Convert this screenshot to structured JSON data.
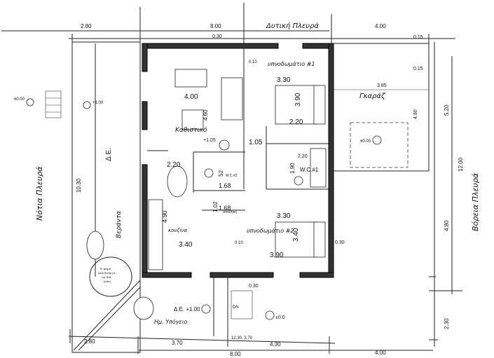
{
  "plan": {
    "sides": {
      "west": "Δυτική Πλευρά",
      "north": "Βόρεια Πλευρά",
      "south": "Νότια Πλευρά"
    },
    "top_dims": [
      "2.80",
      "8.00",
      "4.00"
    ],
    "bottom_dims": [
      "2.80",
      "3.70",
      "4.30",
      "8.00",
      "4.00"
    ],
    "right_dims": [
      "5.20",
      "12.00",
      "4.80",
      "2.30"
    ],
    "left_dims": [
      "10.30"
    ],
    "wall_notes": [
      "0.30",
      "0.15",
      "0.15",
      "0.10",
      "0.30",
      "0.10",
      "0.30"
    ],
    "rooms": {
      "bedroom1": {
        "label": "υπνοδωμάτιο #1",
        "w": "3.30",
        "h": "3.90",
        "d": "2.20"
      },
      "living": {
        "label": "Καθιστικό",
        "w": "4.00",
        "h": "4.60",
        "level": "+1.05"
      },
      "hall": {
        "w": "1.05"
      },
      "dining": {
        "w": "2.20"
      },
      "wc2": {
        "label": "W.C.#2",
        "a": "52",
        "b": "1.68"
      },
      "storage": {
        "label": "αποθήκη",
        "a": "1.02",
        "b": "1.68"
      },
      "wc1": {
        "label": "W.C.#1",
        "a": "1.90",
        "b": "2.20"
      },
      "bedroom2": {
        "label": "υπνοδωμάτιο #2",
        "w": "3.30",
        "h": "3.40",
        "d": "3.90"
      },
      "kitchen": {
        "label": "κουζίνα",
        "w": "3.40",
        "h": "4.90"
      },
      "garage": {
        "label": "Γκαράζ",
        "w": "3.85",
        "h": "4.80",
        "level": "±0.00"
      }
    },
    "veranda": {
      "label": "Βεράντα",
      "de": "Δ.Ε."
    },
    "levels": [
      "±0.00",
      "+1.00",
      "Δ.Ε. +1.00",
      "±0.0"
    ],
    "basement": "Ημ. Υπόγειο",
    "stairs_label": "DN",
    "bottom_note": "12.30, 3.70",
    "note_bubble": [
      "Το τμήμα",
      "καλύπτεται με",
      "την ίδια",
      "κλίση"
    ],
    "colors": {
      "ink": "#111111",
      "wall": "#333333",
      "paper": "#ffffff"
    }
  }
}
